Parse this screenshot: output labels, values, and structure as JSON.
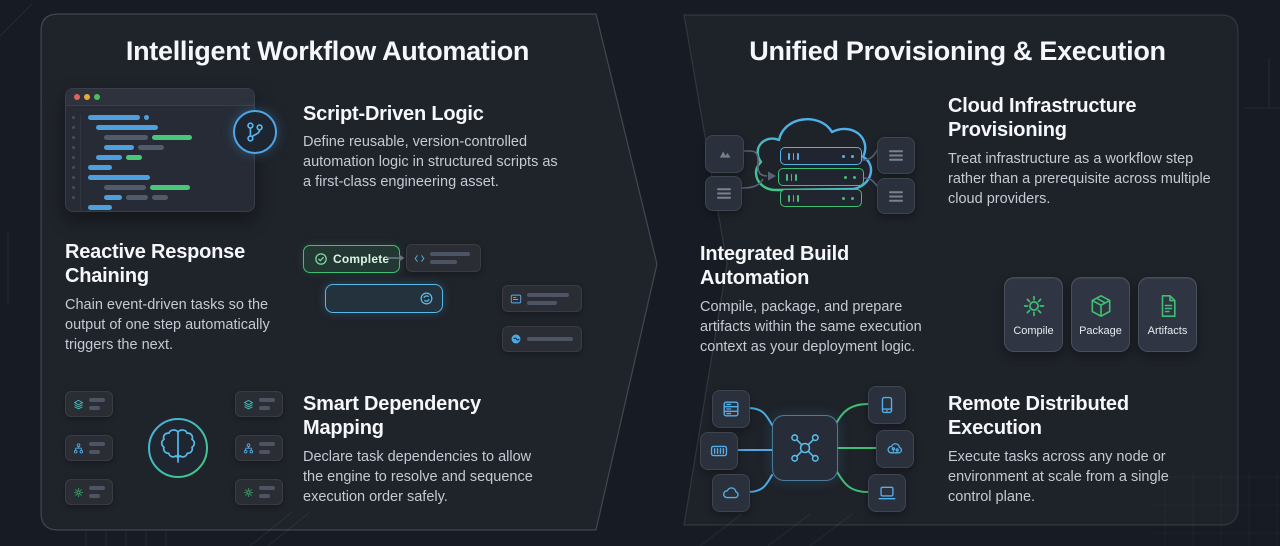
{
  "left_panel": {
    "title": "Intelligent Workflow Automation",
    "features": {
      "script_logic": {
        "heading": "Script-Driven Logic",
        "body": "Define reusable, version-controlled automation logic in structured scripts as a first-class engineering asset."
      },
      "reactive_chaining": {
        "heading": "Reactive Response Chaining",
        "body": "Chain event-driven tasks so the output of one step automatically triggers the next."
      },
      "dependency_mapping": {
        "heading": "Smart Dependency Mapping",
        "body": "Declare task dependencies to allow the engine to resolve and sequence execution order safely."
      }
    },
    "chain_demo": {
      "status_label": "Complete"
    }
  },
  "right_panel": {
    "title": "Unified Provisioning & Execution",
    "features": {
      "cloud_provisioning": {
        "heading": "Cloud Infrastructure Provisioning",
        "body": "Treat infrastructure as a workflow step rather than a prerequisite across multiple cloud providers."
      },
      "build_automation": {
        "heading": "Integrated Build Automation",
        "body": "Compile, package, and prepare artifacts within the same execution context as your deployment logic."
      },
      "remote_execution": {
        "heading": "Remote Distributed Execution",
        "body": "Execute tasks across any node or environment at scale from a single control plane."
      }
    },
    "build_steps": [
      {
        "label": "Compile",
        "icon": "gear-icon"
      },
      {
        "label": "Package",
        "icon": "package-box-icon"
      },
      {
        "label": "Artifacts",
        "icon": "artifact-file-icon"
      }
    ]
  },
  "icons": {
    "left": [
      "git-branch-icon",
      "check-circle-icon",
      "task-chip-icon",
      "sync-circle-icon",
      "card-lines-icon",
      "drop-circle-icon",
      "layers-icon",
      "hierarchy-icon",
      "gear-icon",
      "brain-icon"
    ],
    "right": [
      "cloud-icon",
      "server-rack-icon",
      "provider-logo-icon",
      "list-lines-icon",
      "hub-network-icon",
      "server-icon",
      "container-icon",
      "tablet-icon",
      "ml-cloud-icon",
      "laptop-icon"
    ]
  },
  "colors": {
    "background": "#171b23",
    "panel_fill": "#212630",
    "panel_border": "#3a414e",
    "accent_blue": "#55aee8",
    "accent_green": "#3fbf74",
    "accent_teal": "#3ec6c0",
    "complete_border": "#3fbf74",
    "heading_text": "#f5f7fa",
    "body_text": "#c4cad4",
    "traffic_red": "#e0635a",
    "traffic_yellow": "#e8a93d",
    "traffic_green": "#4cbf5e"
  }
}
